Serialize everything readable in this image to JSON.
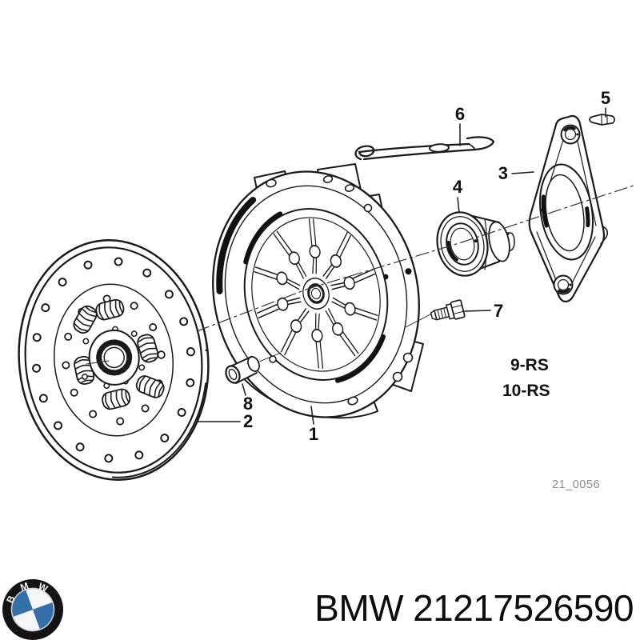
{
  "diagram": {
    "labels": {
      "p1": "1",
      "p2": "2",
      "p3": "3",
      "p4": "4",
      "p5": "5",
      "p6": "6",
      "p7": "7",
      "p8": "8"
    },
    "kit_labels": {
      "rs9": "9-RS",
      "rs10": "10-RS"
    },
    "drawing_number": "21_0056"
  },
  "footer": {
    "brand": "BMW",
    "part_number": "21217526590",
    "logo": {
      "letters": [
        "B",
        "M",
        "W"
      ],
      "blue": "#336fa8",
      "ring": "#141414"
    }
  },
  "colors": {
    "line": "#1a1a1a",
    "muted": "#8c8c8c"
  }
}
